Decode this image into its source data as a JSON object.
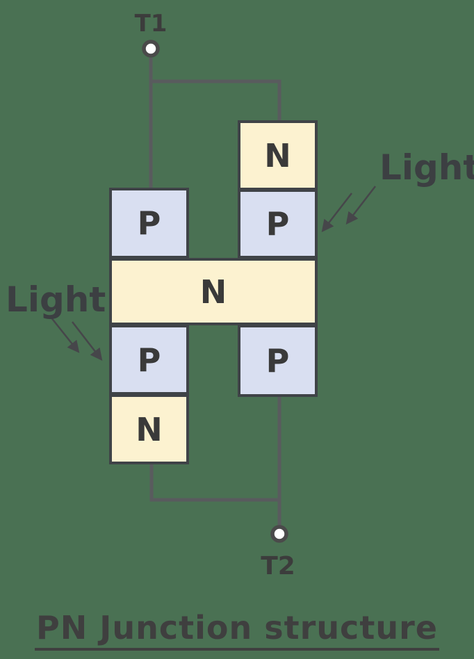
{
  "app": {
    "background_color": "#4a7153"
  },
  "diagram": {
    "terminals": [
      {
        "id": "t1",
        "label": "T1"
      },
      {
        "id": "t2",
        "label": "T2"
      }
    ],
    "blocks": [
      {
        "id": "n-top-right",
        "label": "N",
        "type": "n-region"
      },
      {
        "id": "p-top-left",
        "label": "P",
        "type": "p-region"
      },
      {
        "id": "p-top-right",
        "label": "P",
        "type": "p-region"
      },
      {
        "id": "n-middle",
        "label": "N",
        "type": "n-region"
      },
      {
        "id": "p-bottom-left",
        "label": "P",
        "type": "p-region"
      },
      {
        "id": "p-bottom-right",
        "label": "P",
        "type": "p-region"
      },
      {
        "id": "n-bottom-left",
        "label": "N",
        "type": "n-region"
      }
    ],
    "annotations": [
      {
        "id": "light-right",
        "label": "Light",
        "target": "p-top-right"
      },
      {
        "id": "light-left",
        "label": "Light",
        "target": "p-bottom-left"
      }
    ],
    "colors": {
      "n_region_fill": "#fcf2d0",
      "p_region_fill": "#d9dff1",
      "region_outline": "#3f4347",
      "wire": "#595b5e",
      "terminal_fill": "#ffffff",
      "terminal_stroke": "#4a4a4a",
      "text": "#3c3c3c"
    }
  },
  "title": {
    "text": "PN Junction structure"
  }
}
